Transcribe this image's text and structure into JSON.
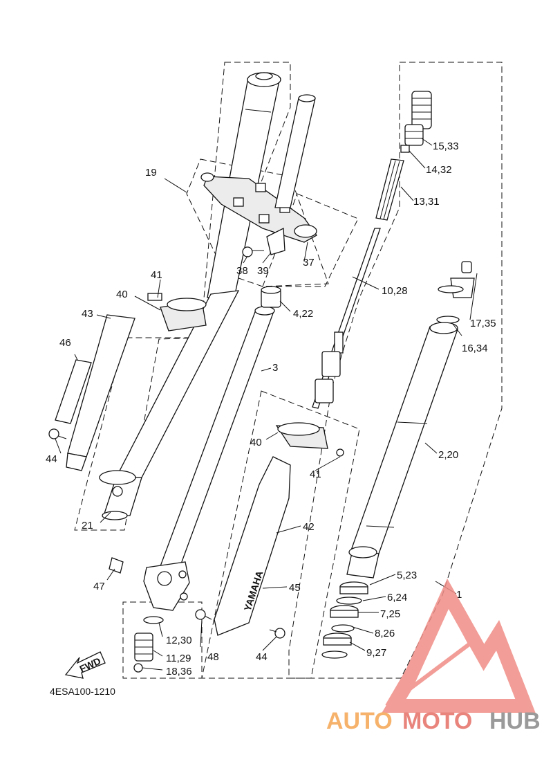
{
  "diagram": {
    "part_code": "4ESA100-1210",
    "fwd_label": "FWD",
    "brand_mark": "YAMAHA",
    "callouts": {
      "c1": "1",
      "c2": "2,20",
      "c3": "3",
      "c4": "4,22",
      "c5": "5,23",
      "c6": "6,24",
      "c7": "7,25",
      "c8": "8,26",
      "c9": "9,27",
      "c10": "10,28",
      "c11": "11,29",
      "c12": "12,30",
      "c13": "13,31",
      "c14": "14,32",
      "c15": "15,33",
      "c16": "16,34",
      "c17": "17,35",
      "c18": "18,36",
      "c19": "19",
      "c21": "21",
      "c37": "37",
      "c38": "38",
      "c39": "39",
      "c40a": "40",
      "c40b": "40",
      "c41a": "41",
      "c41b": "41",
      "c42": "42",
      "c43": "43",
      "c44a": "44",
      "c44b": "44",
      "c45": "45",
      "c46": "46",
      "c47": "47",
      "c48": "48"
    }
  },
  "watermark": {
    "part1": "AUTO",
    "part2": "MOTO",
    "part3": "HUB",
    "colors": {
      "auto": "#f6b26b",
      "moto": "#e8847c",
      "hub": "#9a9a9a",
      "logo": "#f08d86"
    }
  }
}
